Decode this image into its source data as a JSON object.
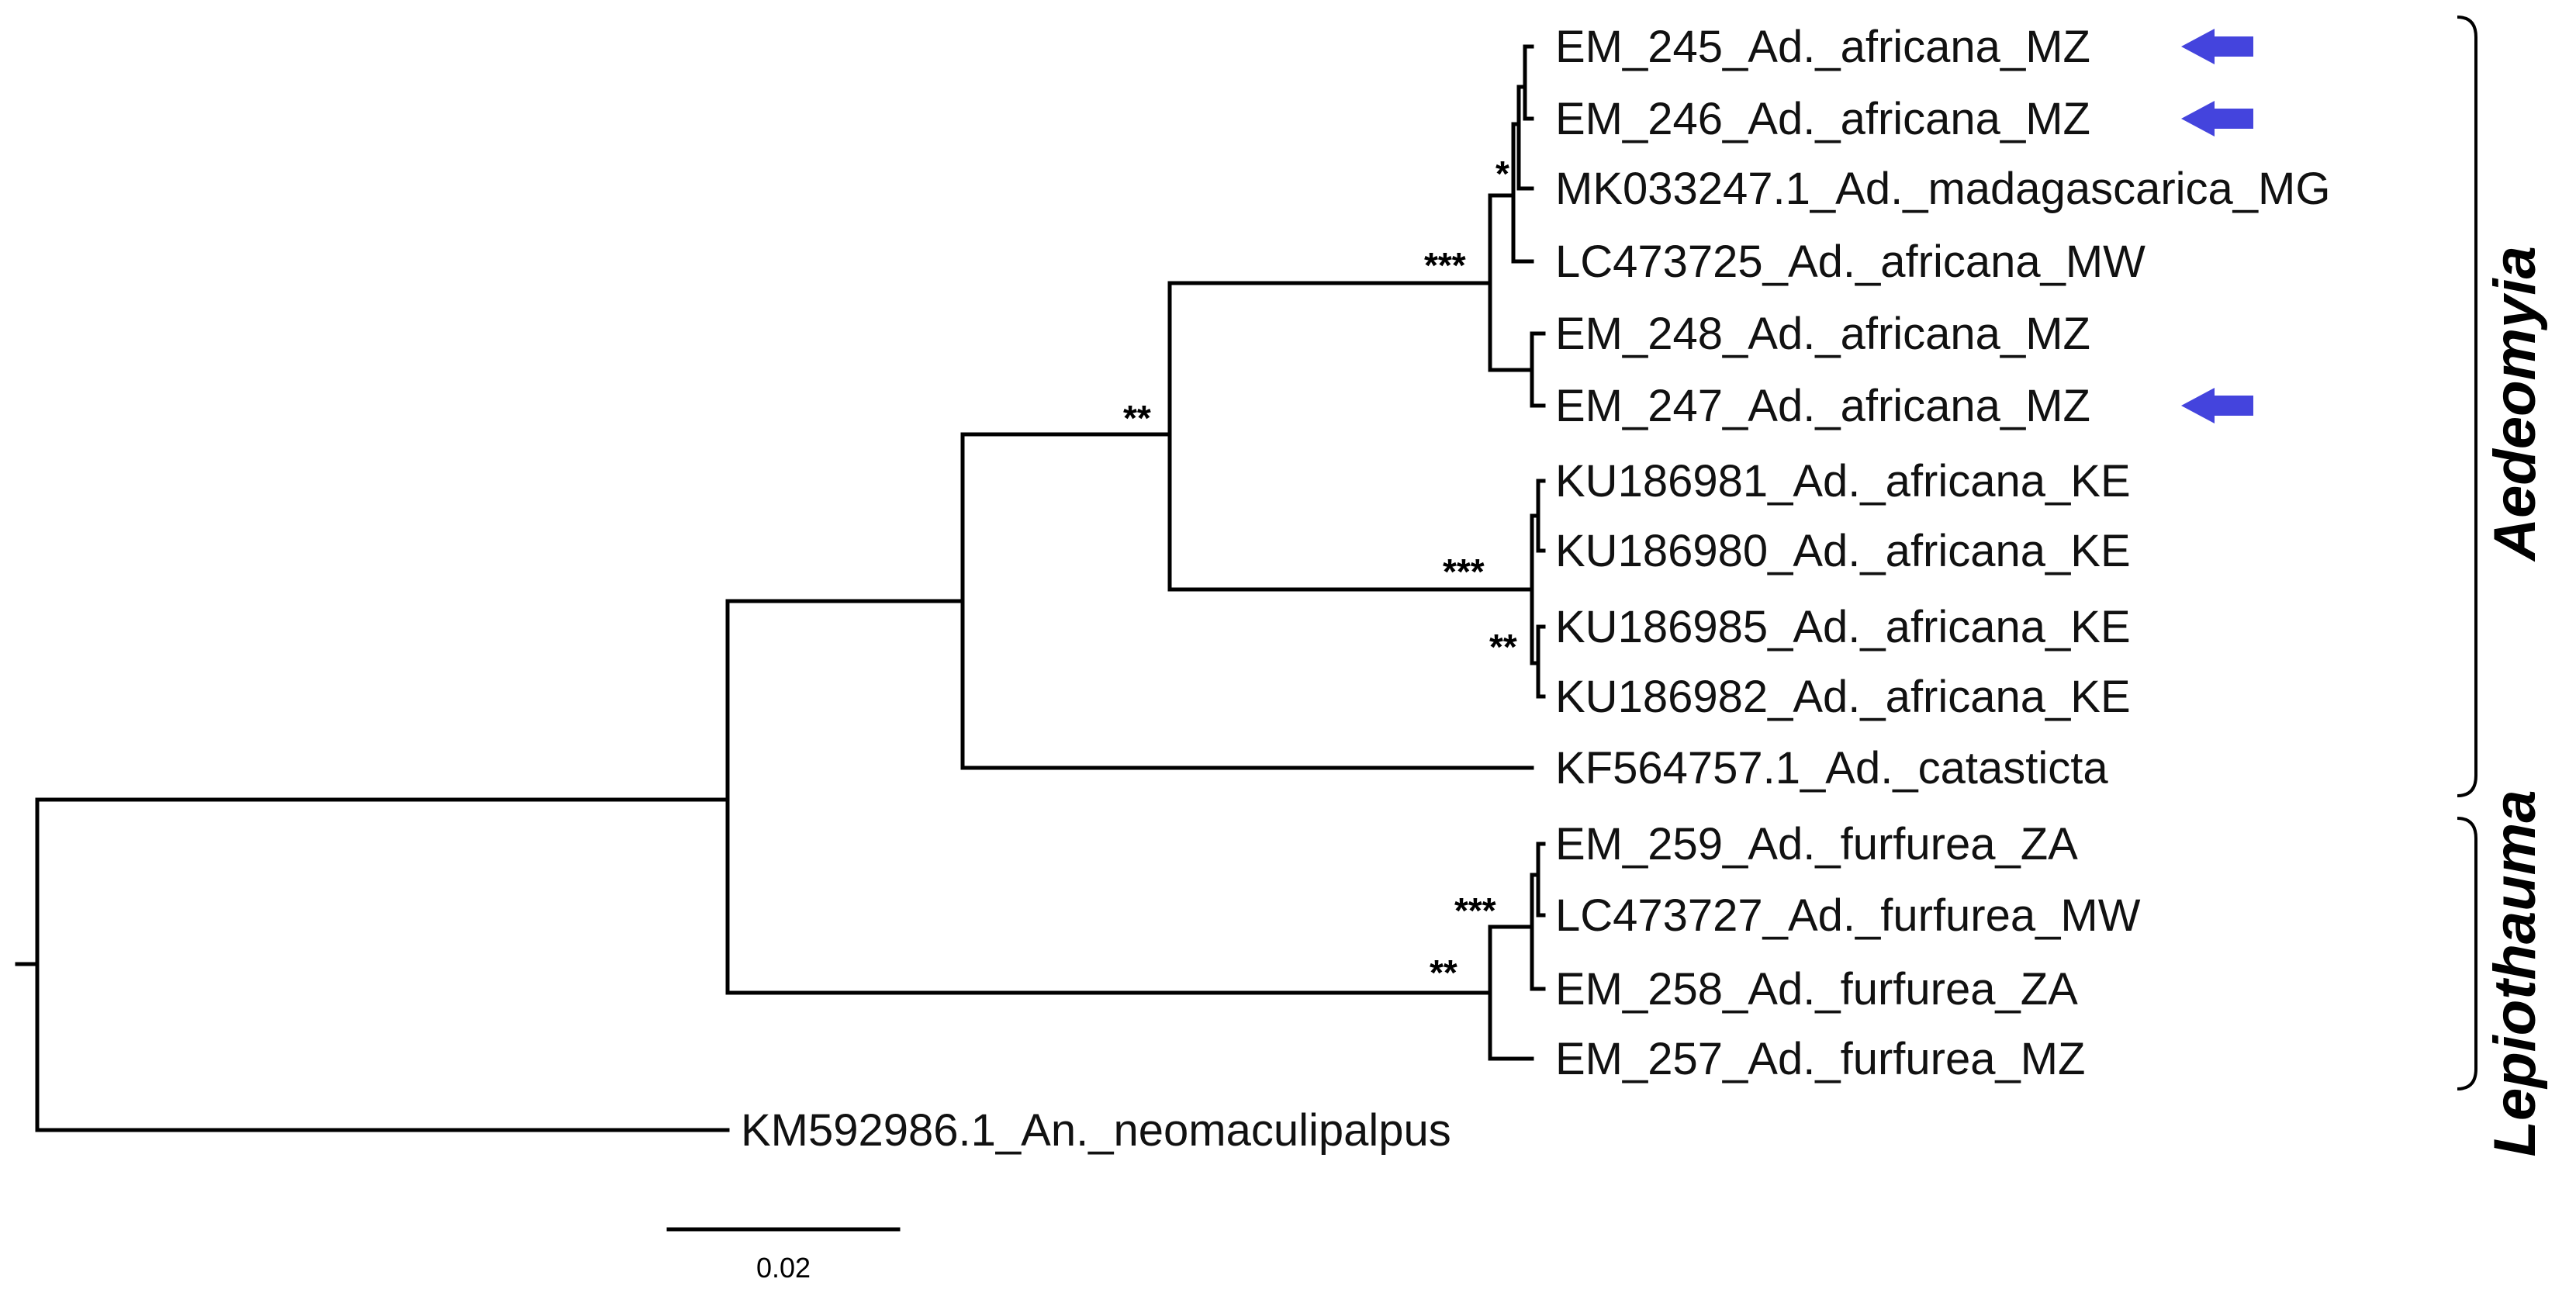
{
  "taxa": {
    "t1": "EM_245_Ad._africana_MZ",
    "t2": "EM_246_Ad._africana_MZ",
    "t3": "MK033247.1_Ad._madagascarica_MG",
    "t4": "LC473725_Ad._africana_MW",
    "t5": "EM_248_Ad._africana_MZ",
    "t6": "EM_247_Ad._africana_MZ",
    "t7": "KU186981_Ad._africana_KE",
    "t8": "KU186980_Ad._africana_KE",
    "t9": "KU186985_Ad._africana_KE",
    "t10": "KU186982_Ad._africana_KE",
    "t11": "KF564757.1_Ad._catasticta",
    "t12": "EM_259_Ad._furfurea_ZA",
    "t13": "LC473727_Ad._furfurea_MW",
    "t14": "EM_258_Ad._furfurea_ZA",
    "t15": "EM_257_Ad._furfurea_MZ",
    "t16": "KM592986.1_An._neomaculipalpus"
  },
  "support": {
    "s_star1": "*",
    "s_star3a": "***",
    "s_star2a": "**",
    "s_star3b": "***",
    "s_star2b": "**",
    "s_star3c": "***",
    "s_star2c": "**"
  },
  "clades": {
    "aedeomyia": "Aedeomyia",
    "lepiothauma": "Lepiothauma"
  },
  "scale_bar": {
    "label": "0.02"
  },
  "colors": {
    "arrow": "#4444dd"
  },
  "arrow_icon": "arrow-left-icon",
  "highlighted_taxa": [
    "EM_245_Ad._africana_MZ",
    "EM_246_Ad._africana_MZ",
    "EM_247_Ad._africana_MZ"
  ]
}
